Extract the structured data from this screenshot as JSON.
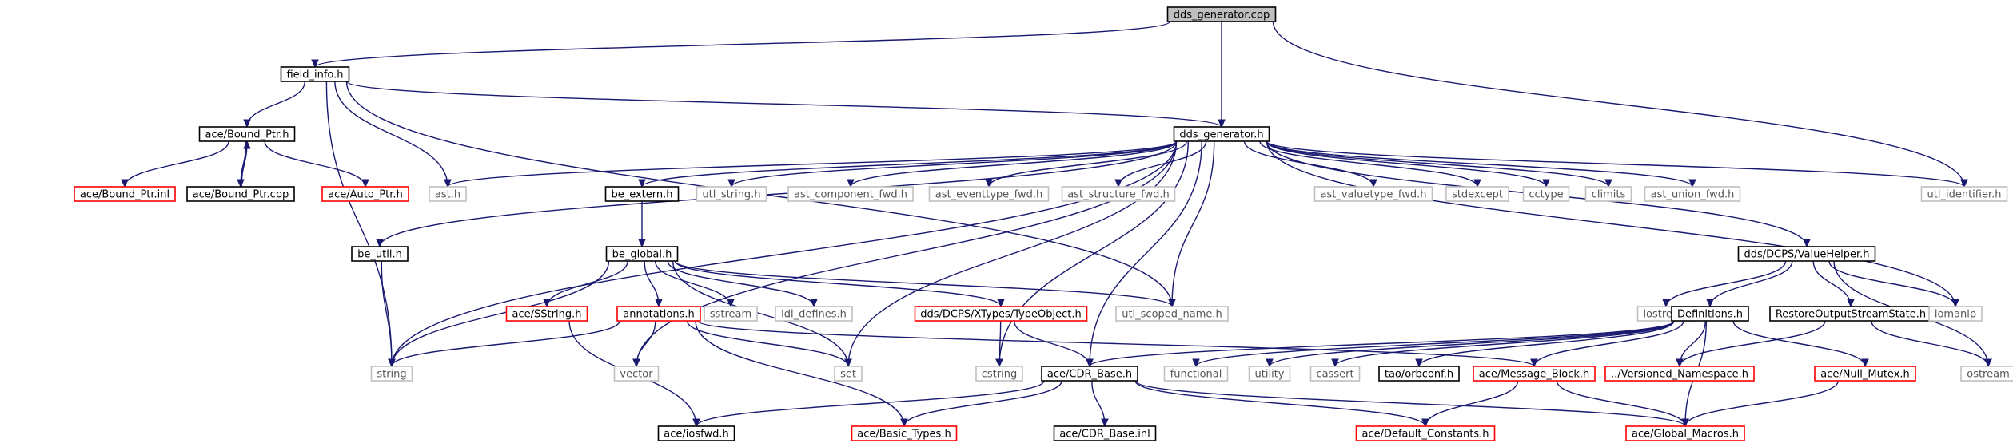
{
  "diagram": {
    "type": "include-dependency-graph",
    "colors": {
      "edge": "#191970",
      "red_border": "#ff0000",
      "gray_border": "#bfbfbf",
      "root_fill": "#bfbfbf"
    },
    "nodes": [
      {
        "id": "dds_generator_cpp",
        "label": "dds_generator.cpp",
        "style": "root"
      },
      {
        "id": "field_info_h",
        "label": "field_info.h",
        "style": "black"
      },
      {
        "id": "dds_generator_h",
        "label": "dds_generator.h",
        "style": "black"
      },
      {
        "id": "ace_bound_ptr_h",
        "label": "ace/Bound_Ptr.h",
        "style": "black"
      },
      {
        "id": "ace_bound_ptr_inl",
        "label": "ace/Bound_Ptr.inl",
        "style": "red"
      },
      {
        "id": "ace_bound_ptr_cpp",
        "label": "ace/Bound_Ptr.cpp",
        "style": "black"
      },
      {
        "id": "ace_auto_ptr_h",
        "label": "ace/Auto_Ptr.h",
        "style": "red"
      },
      {
        "id": "ast_h",
        "label": "ast.h",
        "style": "gray"
      },
      {
        "id": "be_extern_h",
        "label": "be_extern.h",
        "style": "black"
      },
      {
        "id": "utl_string_h",
        "label": "utl_string.h",
        "style": "gray"
      },
      {
        "id": "ast_component_fwd_h",
        "label": "ast_component_fwd.h",
        "style": "gray"
      },
      {
        "id": "ast_eventtype_fwd_h",
        "label": "ast_eventtype_fwd.h",
        "style": "gray"
      },
      {
        "id": "ast_structure_fwd_h",
        "label": "ast_structure_fwd.h",
        "style": "gray"
      },
      {
        "id": "ast_valuetype_fwd_h",
        "label": "ast_valuetype_fwd.h",
        "style": "gray"
      },
      {
        "id": "stdexcept",
        "label": "stdexcept",
        "style": "gray"
      },
      {
        "id": "cctype",
        "label": "cctype",
        "style": "gray"
      },
      {
        "id": "climits",
        "label": "climits",
        "style": "gray"
      },
      {
        "id": "ast_union_fwd_h",
        "label": "ast_union_fwd.h",
        "style": "gray"
      },
      {
        "id": "utl_identifier_h",
        "label": "utl_identifier.h",
        "style": "gray"
      },
      {
        "id": "be_util_h",
        "label": "be_util.h",
        "style": "black"
      },
      {
        "id": "be_global_h",
        "label": "be_global.h",
        "style": "black"
      },
      {
        "id": "dds_dcps_valuehelper_h",
        "label": "dds/DCPS/ValueHelper.h",
        "style": "black"
      },
      {
        "id": "ace_sstring_h",
        "label": "ace/SString.h",
        "style": "red"
      },
      {
        "id": "annotations_h",
        "label": "annotations.h",
        "style": "red"
      },
      {
        "id": "sstream",
        "label": "sstream",
        "style": "gray"
      },
      {
        "id": "idl_defines_h",
        "label": "idl_defines.h",
        "style": "gray"
      },
      {
        "id": "typeobject_h",
        "label": "dds/DCPS/XTypes/TypeObject.h",
        "style": "red"
      },
      {
        "id": "utl_scoped_name_h",
        "label": "utl_scoped_name.h",
        "style": "gray"
      },
      {
        "id": "iostream",
        "label": "iostream",
        "style": "gray"
      },
      {
        "id": "definitions_h",
        "label": "Definitions.h",
        "style": "black"
      },
      {
        "id": "restore_output_h",
        "label": "RestoreOutputStreamState.h",
        "style": "black"
      },
      {
        "id": "iomanip",
        "label": "iomanip",
        "style": "gray"
      },
      {
        "id": "string",
        "label": "string",
        "style": "gray"
      },
      {
        "id": "vector",
        "label": "vector",
        "style": "gray"
      },
      {
        "id": "set",
        "label": "set",
        "style": "gray"
      },
      {
        "id": "cstring",
        "label": "cstring",
        "style": "gray"
      },
      {
        "id": "ace_cdr_base_h",
        "label": "ace/CDR_Base.h",
        "style": "black"
      },
      {
        "id": "functional",
        "label": "functional",
        "style": "gray"
      },
      {
        "id": "utility",
        "label": "utility",
        "style": "gray"
      },
      {
        "id": "cassert",
        "label": "cassert",
        "style": "gray"
      },
      {
        "id": "tao_orbconf_h",
        "label": "tao/orbconf.h",
        "style": "black"
      },
      {
        "id": "ace_message_block_h",
        "label": "ace/Message_Block.h",
        "style": "red"
      },
      {
        "id": "versioned_namespace_h",
        "label": "../Versioned_Namespace.h",
        "style": "red"
      },
      {
        "id": "ace_null_mutex_h",
        "label": "ace/Null_Mutex.h",
        "style": "red"
      },
      {
        "id": "ostream",
        "label": "ostream",
        "style": "gray"
      },
      {
        "id": "ace_iosfwd_h",
        "label": "ace/iosfwd.h",
        "style": "black"
      },
      {
        "id": "ace_basic_types_h",
        "label": "ace/Basic_Types.h",
        "style": "red"
      },
      {
        "id": "ace_cdr_base_inl",
        "label": "ace/CDR_Base.inl",
        "style": "black"
      },
      {
        "id": "ace_default_constants_h",
        "label": "ace/Default_Constants.h",
        "style": "red"
      },
      {
        "id": "ace_global_macros_h",
        "label": "ace/Global_Macros.h",
        "style": "red"
      }
    ],
    "edges": [
      [
        "dds_generator_cpp",
        "field_info_h"
      ],
      [
        "dds_generator_cpp",
        "dds_generator_h"
      ],
      [
        "dds_generator_cpp",
        "utl_identifier_h"
      ],
      [
        "field_info_h",
        "ace_bound_ptr_h"
      ],
      [
        "field_info_h",
        "ast_h"
      ],
      [
        "field_info_h",
        "dds_generator_h"
      ],
      [
        "field_info_h",
        "string"
      ],
      [
        "field_info_h",
        "utl_scoped_name_h"
      ],
      [
        "ace_bound_ptr_h",
        "ace_bound_ptr_inl"
      ],
      [
        "ace_bound_ptr_h",
        "ace_bound_ptr_cpp"
      ],
      [
        "ace_bound_ptr_h",
        "ace_auto_ptr_h"
      ],
      [
        "ace_bound_ptr_cpp",
        "ace_bound_ptr_h"
      ],
      [
        "dds_generator_h",
        "ast_h"
      ],
      [
        "dds_generator_h",
        "be_extern_h"
      ],
      [
        "dds_generator_h",
        "utl_string_h"
      ],
      [
        "dds_generator_h",
        "ast_component_fwd_h"
      ],
      [
        "dds_generator_h",
        "ast_eventtype_fwd_h"
      ],
      [
        "dds_generator_h",
        "ast_structure_fwd_h"
      ],
      [
        "dds_generator_h",
        "ast_valuetype_fwd_h"
      ],
      [
        "dds_generator_h",
        "stdexcept"
      ],
      [
        "dds_generator_h",
        "cctype"
      ],
      [
        "dds_generator_h",
        "climits"
      ],
      [
        "dds_generator_h",
        "ast_union_fwd_h"
      ],
      [
        "dds_generator_h",
        "utl_identifier_h"
      ],
      [
        "dds_generator_h",
        "be_util_h"
      ],
      [
        "dds_generator_h",
        "string"
      ],
      [
        "dds_generator_h",
        "vector"
      ],
      [
        "dds_generator_h",
        "utl_scoped_name_h"
      ],
      [
        "dds_generator_h",
        "set"
      ],
      [
        "dds_generator_h",
        "cstring"
      ],
      [
        "dds_generator_h",
        "ace_cdr_base_h"
      ],
      [
        "dds_generator_h",
        "dds_dcps_valuehelper_h"
      ],
      [
        "dds_generator_h",
        "iomanip"
      ],
      [
        "be_extern_h",
        "be_global_h"
      ],
      [
        "be_util_h",
        "string"
      ],
      [
        "be_global_h",
        "ace_sstring_h"
      ],
      [
        "be_global_h",
        "annotations_h"
      ],
      [
        "be_global_h",
        "sstream"
      ],
      [
        "be_global_h",
        "idl_defines_h"
      ],
      [
        "be_global_h",
        "typeobject_h"
      ],
      [
        "be_global_h",
        "utl_scoped_name_h"
      ],
      [
        "be_global_h",
        "string"
      ],
      [
        "be_global_h",
        "set"
      ],
      [
        "ace_sstring_h",
        "ace_iosfwd_h"
      ],
      [
        "annotations_h",
        "string"
      ],
      [
        "annotations_h",
        "vector"
      ],
      [
        "annotations_h",
        "set"
      ],
      [
        "annotations_h",
        "ace_basic_types_h"
      ],
      [
        "annotations_h",
        "ace_message_block_h"
      ],
      [
        "typeobject_h",
        "cstring"
      ],
      [
        "typeobject_h",
        "ace_cdr_base_h"
      ],
      [
        "dds_dcps_valuehelper_h",
        "iostream"
      ],
      [
        "dds_dcps_valuehelper_h",
        "definitions_h"
      ],
      [
        "dds_dcps_valuehelper_h",
        "restore_output_h"
      ],
      [
        "dds_dcps_valuehelper_h",
        "iomanip"
      ],
      [
        "dds_dcps_valuehelper_h",
        "ostream"
      ],
      [
        "definitions_h",
        "ace_cdr_base_h"
      ],
      [
        "definitions_h",
        "functional"
      ],
      [
        "definitions_h",
        "utility"
      ],
      [
        "definitions_h",
        "cassert"
      ],
      [
        "definitions_h",
        "tao_orbconf_h"
      ],
      [
        "definitions_h",
        "ace_message_block_h"
      ],
      [
        "definitions_h",
        "versioned_namespace_h"
      ],
      [
        "definitions_h",
        "ace_null_mutex_h"
      ],
      [
        "definitions_h",
        "ace_global_macros_h"
      ],
      [
        "restore_output_h",
        "versioned_namespace_h"
      ],
      [
        "restore_output_h",
        "ostream"
      ],
      [
        "ace_cdr_base_h",
        "ace_iosfwd_h"
      ],
      [
        "ace_cdr_base_h",
        "ace_basic_types_h"
      ],
      [
        "ace_cdr_base_h",
        "ace_cdr_base_inl"
      ],
      [
        "ace_cdr_base_h",
        "ace_default_constants_h"
      ],
      [
        "ace_cdr_base_h",
        "ace_global_macros_h"
      ],
      [
        "ace_message_block_h",
        "ace_default_constants_h"
      ],
      [
        "ace_message_block_h",
        "ace_global_macros_h"
      ],
      [
        "ace_null_mutex_h",
        "ace_global_macros_h"
      ]
    ]
  }
}
